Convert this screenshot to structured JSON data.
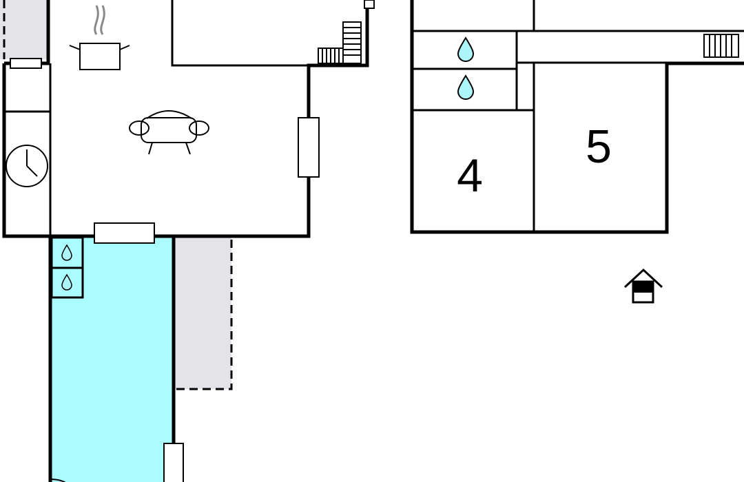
{
  "colors": {
    "pool": "#aafcff",
    "terrace": "#e4e3e8",
    "water_drop": "#aef5fa",
    "wall": "#000000"
  },
  "rooms": [
    {
      "id": "bedroom-4",
      "label": "4"
    },
    {
      "id": "bedroom-5",
      "label": "5"
    }
  ],
  "icons": [
    "cooking-pot-icon",
    "sofa-icon",
    "clock-icon",
    "water-drop-icon",
    "stairs-icon",
    "entrance-house-icon"
  ]
}
